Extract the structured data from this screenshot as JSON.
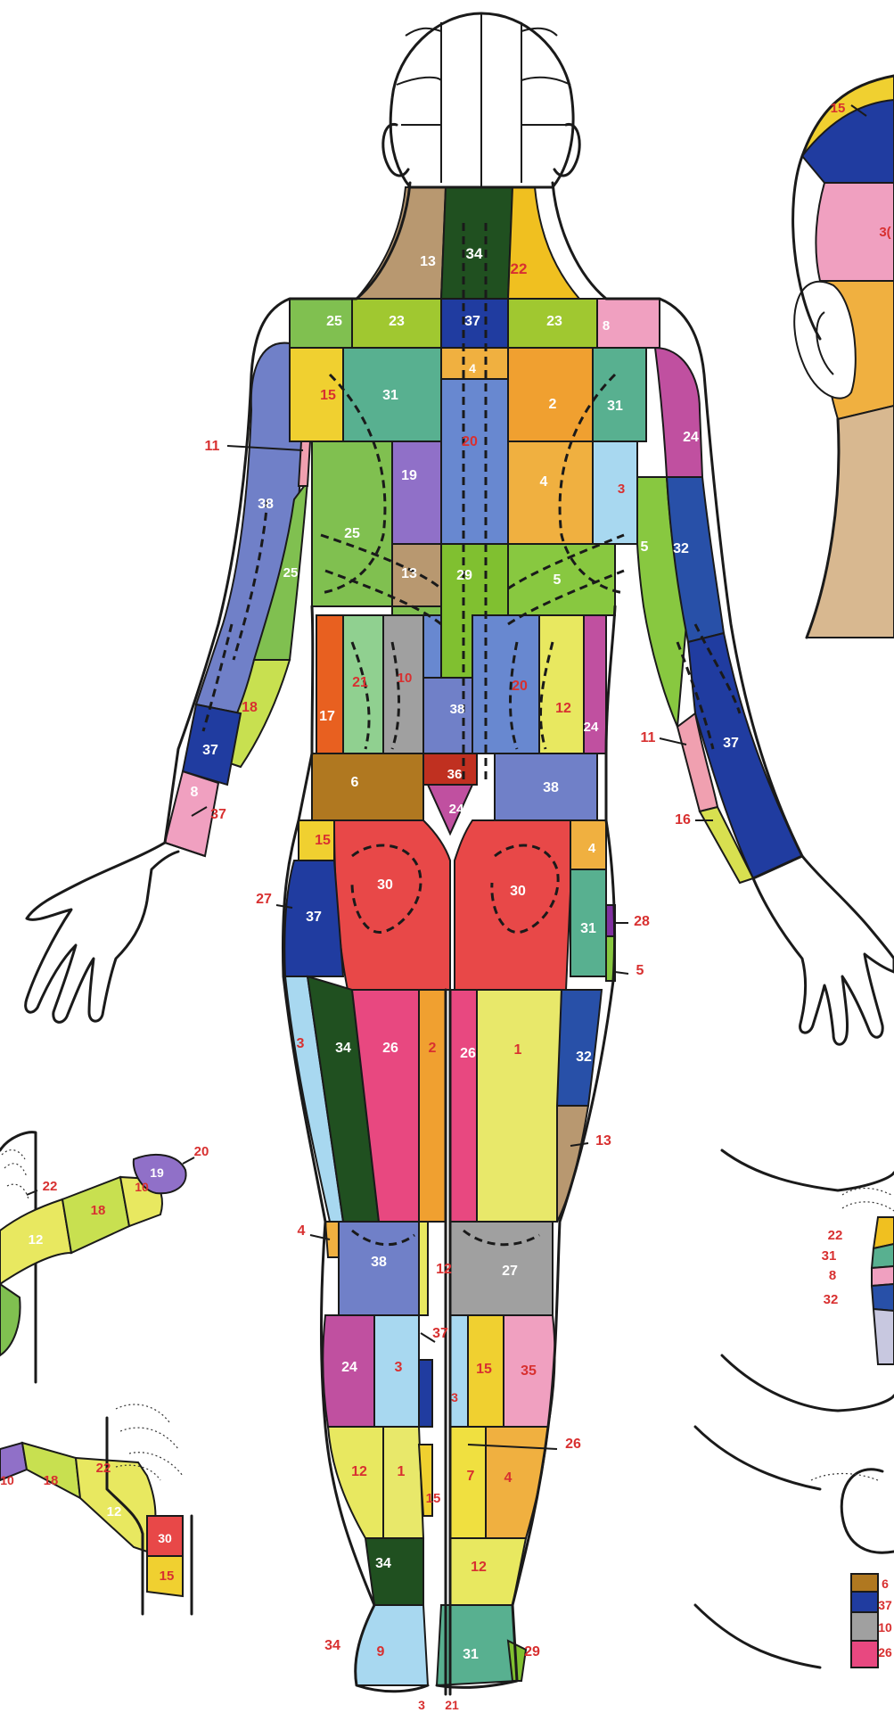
{
  "colors": {
    "1": "#e8e86a",
    "2": "#f0a030",
    "3": "#a8d8f0",
    "4": "#f0b040",
    "5": "#88c840",
    "6": "#b07820",
    "7": "#f0e040",
    "8": "#f0a0c0",
    "9": "#a8d8f0",
    "10": "#a0a0a0",
    "11": "#f0a0b0",
    "12": "#e8e860",
    "13": "#b89870",
    "15": "#f0d030",
    "16": "#d8e050",
    "17": "#e86020",
    "18": "#c8e050",
    "19": "#9070c8",
    "20": "#6888d0",
    "21": "#90d090",
    "22": "#f0c020",
    "23": "#a0c830",
    "24": "#c050a0",
    "25": "#80c050",
    "26": "#e84880",
    "27": "#a0a0a0",
    "28": "#8030a0",
    "29": "#80c030",
    "30": "#e84848",
    "31": "#58b090",
    "32": "#2850a8",
    "34": "#205020",
    "35": "#f0a0c0",
    "36": "#c03020",
    "37": "#203ca0",
    "38": "#7080c8",
    "label_white": "#ffffff",
    "label_red": "#d83030",
    "outline": "#1a1a1a",
    "neck": "#d8b890"
  },
  "labels": [
    {
      "id": "n34-neck",
      "text": "34",
      "c": "w"
    },
    {
      "id": "n13-neck",
      "text": "13",
      "c": "w"
    },
    {
      "id": "n22-neck",
      "text": "22",
      "c": "r"
    },
    {
      "id": "n25-sh",
      "text": "25",
      "c": "w"
    },
    {
      "id": "n23-l",
      "text": "23",
      "c": "w"
    },
    {
      "id": "n37-up",
      "text": "37",
      "c": "w"
    },
    {
      "id": "n23-r",
      "text": "23",
      "c": "w"
    },
    {
      "id": "n8-sh",
      "text": "8",
      "c": "w"
    },
    {
      "id": "n15-sc",
      "text": "15",
      "c": "r"
    },
    {
      "id": "n31-l",
      "text": "31",
      "c": "w"
    },
    {
      "id": "n4-sp",
      "text": "4",
      "c": "w"
    },
    {
      "id": "n2-sc",
      "text": "2",
      "c": "w"
    },
    {
      "id": "n31-r",
      "text": "31",
      "c": "w"
    },
    {
      "id": "n20-sp",
      "text": "20",
      "c": "r"
    },
    {
      "id": "n19",
      "text": "19",
      "c": "w"
    },
    {
      "id": "n4-mid",
      "text": "4",
      "c": "w"
    },
    {
      "id": "n3-mid",
      "text": "3",
      "c": "r"
    },
    {
      "id": "n25-back",
      "text": "25",
      "c": "w"
    },
    {
      "id": "n13-back",
      "text": "13",
      "c": "w"
    },
    {
      "id": "n29-back",
      "text": "29",
      "c": "w"
    },
    {
      "id": "n5-back",
      "text": "5",
      "c": "w"
    },
    {
      "id": "n21-low",
      "text": "21",
      "c": "r"
    },
    {
      "id": "n10-low",
      "text": "10",
      "c": "r"
    },
    {
      "id": "n38-sp",
      "text": "38",
      "c": "w"
    },
    {
      "id": "n20-low",
      "text": "20",
      "c": "r"
    },
    {
      "id": "n12-low",
      "text": "12",
      "c": "r"
    },
    {
      "id": "n17",
      "text": "17",
      "c": "w"
    },
    {
      "id": "n24-low",
      "text": "24",
      "c": "w"
    },
    {
      "id": "n6-hip",
      "text": "6",
      "c": "w"
    },
    {
      "id": "n36",
      "text": "36",
      "c": "w"
    },
    {
      "id": "n38-hip",
      "text": "38",
      "c": "w"
    },
    {
      "id": "n24-sac",
      "text": "24",
      "c": "w"
    },
    {
      "id": "n15-hip",
      "text": "15",
      "c": "r"
    },
    {
      "id": "n4-hip",
      "text": "4",
      "c": "w"
    },
    {
      "id": "n30-l",
      "text": "30",
      "c": "w"
    },
    {
      "id": "n30-r",
      "text": "30",
      "c": "w"
    },
    {
      "id": "n37-th",
      "text": "37",
      "c": "w"
    },
    {
      "id": "n27-out",
      "text": "27",
      "c": "r"
    },
    {
      "id": "n31-th",
      "text": "31",
      "c": "w"
    },
    {
      "id": "n28-out",
      "text": "28",
      "c": "r"
    },
    {
      "id": "n5-out",
      "text": "5",
      "c": "r"
    },
    {
      "id": "n3-th",
      "text": "3",
      "c": "r"
    },
    {
      "id": "n34-th",
      "text": "34",
      "c": "w"
    },
    {
      "id": "n26-thl",
      "text": "26",
      "c": "w"
    },
    {
      "id": "n2-th",
      "text": "2",
      "c": "r"
    },
    {
      "id": "n26-thr",
      "text": "26",
      "c": "w"
    },
    {
      "id": "n1-th",
      "text": "1",
      "c": "r"
    },
    {
      "id": "n32-th",
      "text": "32",
      "c": "w"
    },
    {
      "id": "n13-out",
      "text": "13",
      "c": "r"
    },
    {
      "id": "n4-knee-out",
      "text": "4",
      "c": "r"
    },
    {
      "id": "n38-knee",
      "text": "38",
      "c": "w"
    },
    {
      "id": "n12-knee",
      "text": "12",
      "c": "r"
    },
    {
      "id": "n27-knee",
      "text": "27",
      "c": "w"
    },
    {
      "id": "n37-calf-out",
      "text": "37",
      "c": "r"
    },
    {
      "id": "n24-calf",
      "text": "24",
      "c": "w"
    },
    {
      "id": "n3-calf",
      "text": "3",
      "c": "r"
    },
    {
      "id": "n3-calf-r",
      "text": "3",
      "c": "r"
    },
    {
      "id": "n15-calf",
      "text": "15",
      "c": "r"
    },
    {
      "id": "n35",
      "text": "35",
      "c": "r"
    },
    {
      "id": "n26-calf-out",
      "text": "26",
      "c": "r"
    },
    {
      "id": "n12-shin",
      "text": "12",
      "c": "r"
    },
    {
      "id": "n1-shin",
      "text": "1",
      "c": "r"
    },
    {
      "id": "n15-shin",
      "text": "15",
      "c": "r"
    },
    {
      "id": "n7-shin",
      "text": "7",
      "c": "r"
    },
    {
      "id": "n4-shin",
      "text": "4",
      "c": "r"
    },
    {
      "id": "n34-ank",
      "text": "34",
      "c": "w"
    },
    {
      "id": "n12-ank",
      "text": "12",
      "c": "r"
    },
    {
      "id": "n34-foot-out",
      "text": "34",
      "c": "r"
    },
    {
      "id": "n9-foot",
      "text": "9",
      "c": "r"
    },
    {
      "id": "n31-foot",
      "text": "31",
      "c": "w"
    },
    {
      "id": "n29-foot-out",
      "text": "29",
      "c": "r"
    },
    {
      "id": "n3-bottom",
      "text": "3",
      "c": "r"
    },
    {
      "id": "n21-bottom",
      "text": "21",
      "c": "r"
    },
    {
      "id": "n11-larm",
      "text": "11",
      "c": "r"
    },
    {
      "id": "n38-larm",
      "text": "38",
      "c": "w"
    },
    {
      "id": "n25-larm",
      "text": "25",
      "c": "w"
    },
    {
      "id": "n18-larm",
      "text": "18",
      "c": "r"
    },
    {
      "id": "n37-larm",
      "text": "37",
      "c": "w"
    },
    {
      "id": "n8-larm",
      "text": "8",
      "c": "w"
    },
    {
      "id": "n37-larm-out",
      "text": "37",
      "c": "r"
    },
    {
      "id": "n24-rarm",
      "text": "24",
      "c": "w"
    },
    {
      "id": "n5-rarm",
      "text": "5",
      "c": "w"
    },
    {
      "id": "n32-rarm",
      "text": "32",
      "c": "w"
    },
    {
      "id": "n11-rarm",
      "text": "11",
      "c": "r"
    },
    {
      "id": "n37-rarm",
      "text": "37",
      "c": "w"
    },
    {
      "id": "n16-rarm",
      "text": "16",
      "c": "r"
    },
    {
      "id": "n15-head",
      "text": "15",
      "c": "r"
    },
    {
      "id": "n36-head",
      "text": "3(",
      "c": "r"
    },
    {
      "id": "n20-m1",
      "text": "20",
      "c": "r"
    },
    {
      "id": "n19-m1",
      "text": "19",
      "c": "w"
    },
    {
      "id": "n22-m1",
      "text": "22",
      "c": "r"
    },
    {
      "id": "n10-m1",
      "text": "10",
      "c": "r"
    },
    {
      "id": "n18-m1",
      "text": "18",
      "c": "r"
    },
    {
      "id": "n12-m1",
      "text": "12",
      "c": "w"
    },
    {
      "id": "n22-m2",
      "text": "22",
      "c": "r"
    },
    {
      "id": "n18-m2",
      "text": "18",
      "c": "r"
    },
    {
      "id": "n12-m2",
      "text": "12",
      "c": "w"
    },
    {
      "id": "n10-m2",
      "text": "10",
      "c": "r"
    },
    {
      "id": "n30-m2",
      "text": "30",
      "c": "w"
    },
    {
      "id": "n15-m2",
      "text": "15",
      "c": "r"
    },
    {
      "id": "n22-f",
      "text": "22",
      "c": "r"
    },
    {
      "id": "n31-f",
      "text": "31",
      "c": "r"
    },
    {
      "id": "n8-f",
      "text": "8",
      "c": "r"
    },
    {
      "id": "n32-f",
      "text": "32",
      "c": "r"
    },
    {
      "id": "n6-f",
      "text": "6",
      "c": "r"
    },
    {
      "id": "n37-f",
      "text": "37",
      "c": "r"
    },
    {
      "id": "n10-f",
      "text": "10",
      "c": "r"
    },
    {
      "id": "n26-f",
      "text": "26",
      "c": "r"
    }
  ]
}
